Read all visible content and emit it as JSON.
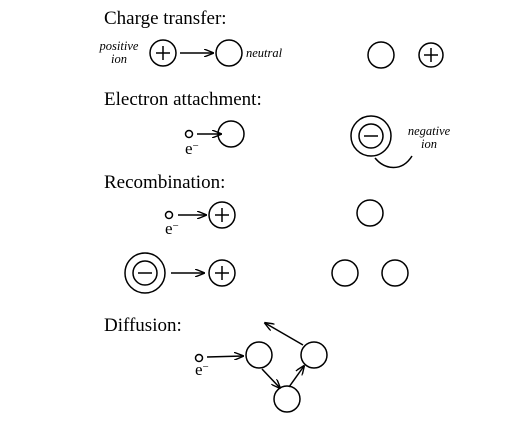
{
  "sections": {
    "charge_transfer": {
      "title": "Charge transfer:",
      "positive_ion_label_line1": "positive",
      "positive_ion_label_line2": "ion",
      "neutral_label": "neutral"
    },
    "electron_attachment": {
      "title": "Electron attachment:",
      "electron_label": "e",
      "electron_charge": "−",
      "negative_ion_label_line1": "negative",
      "negative_ion_label_line2": "ion"
    },
    "recombination": {
      "title": "Recombination:",
      "electron_label": "e",
      "electron_charge": "−"
    },
    "diffusion": {
      "title": "Diffusion:",
      "electron_label": "e",
      "electron_charge": "−"
    }
  },
  "colors": {
    "ink": "#000000",
    "background": "#ffffff"
  },
  "symbols": {
    "positive": "plus-sign",
    "negative": "minus-sign",
    "arrow": "right-arrow"
  }
}
